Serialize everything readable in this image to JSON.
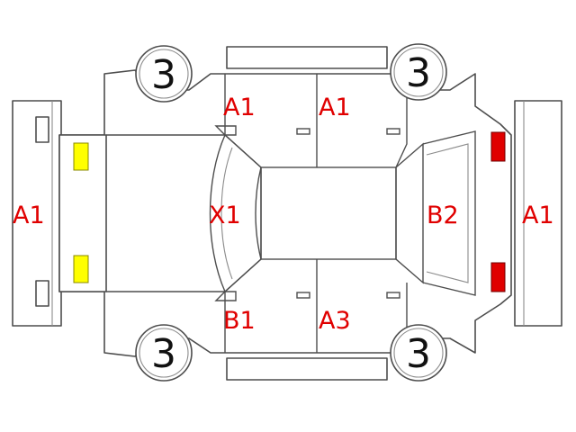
{
  "colors": {
    "outline": "#4d4d4d",
    "damage_code": "#e00000",
    "headlight": "#ffff00",
    "taillight": "#e00000"
  },
  "tires": {
    "front_left": "3",
    "rear_left": "3",
    "front_right": "3",
    "rear_right": "3"
  },
  "codes": {
    "front_bumper": "A1",
    "rear_bumper": "A1",
    "upper_front_door": "A1",
    "upper_rear_door": "A1",
    "hood": "X1",
    "trunk": "B2",
    "lower_front_door": "B1",
    "lower_rear_door": "A3"
  },
  "lamps": {
    "front": [
      "headlight-icon",
      "headlight-icon"
    ],
    "rear": [
      "taillight-icon",
      "taillight-icon"
    ]
  }
}
